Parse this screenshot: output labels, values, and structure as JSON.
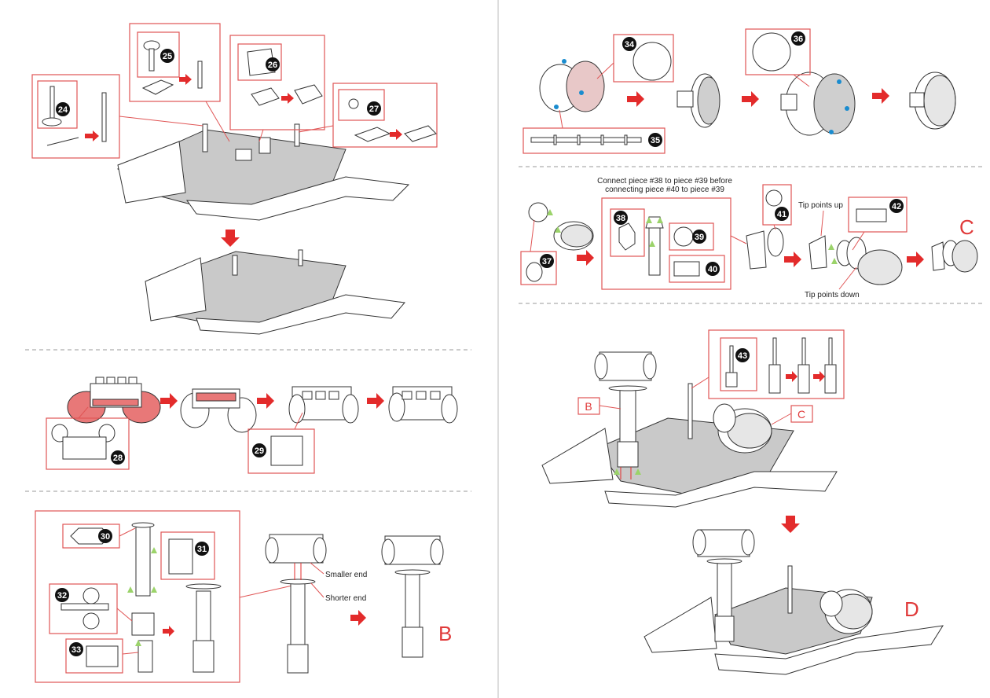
{
  "steps": [
    {
      "id": "step-24",
      "num": "24"
    },
    {
      "id": "step-25",
      "num": "25"
    },
    {
      "id": "step-26",
      "num": "26"
    },
    {
      "id": "step-27",
      "num": "27"
    },
    {
      "id": "step-28",
      "num": "28"
    },
    {
      "id": "step-29",
      "num": "29"
    },
    {
      "id": "step-30",
      "num": "30"
    },
    {
      "id": "step-31",
      "num": "31"
    },
    {
      "id": "step-32",
      "num": "32"
    },
    {
      "id": "step-33",
      "num": "33"
    },
    {
      "id": "step-34",
      "num": "34"
    },
    {
      "id": "step-35",
      "num": "35"
    },
    {
      "id": "step-36",
      "num": "36"
    },
    {
      "id": "step-37",
      "num": "37"
    },
    {
      "id": "step-38",
      "num": "38"
    },
    {
      "id": "step-39",
      "num": "39"
    },
    {
      "id": "step-40",
      "num": "40"
    },
    {
      "id": "step-41",
      "num": "41"
    },
    {
      "id": "step-42",
      "num": "42"
    },
    {
      "id": "step-43",
      "num": "43"
    }
  ],
  "annotations": {
    "smaller_end": "Smaller end",
    "shorter_end": "Shorter end",
    "connect_note_1": "Connect piece #38 to piece #39 before",
    "connect_note_2": "connecting piece #40 to piece #39",
    "tip_up": "Tip points up",
    "tip_down": "Tip points down"
  },
  "assembly_letters": {
    "B": "B",
    "C": "C",
    "D": "D",
    "B_callout": "B",
    "C_callout": "C"
  },
  "colors": {
    "accent_red": "#e32b2b",
    "box_red": "#e05555",
    "plate_gray": "#c9c9c9",
    "green_marker": "#9bd36a",
    "blue_marker": "#1a8ccf"
  }
}
